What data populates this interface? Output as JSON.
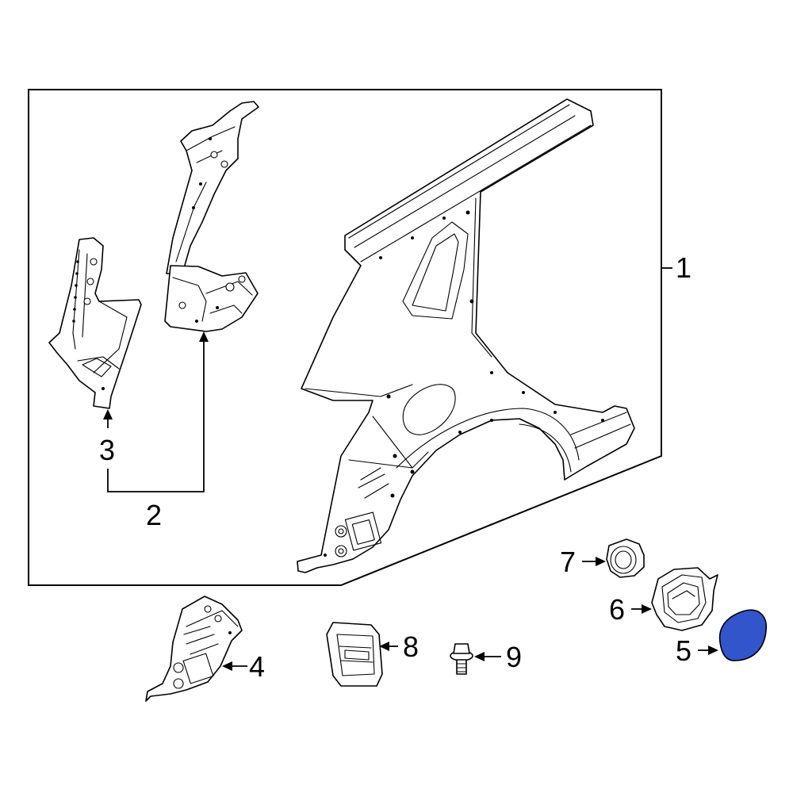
{
  "diagram": {
    "highlight_color": "#3355cc",
    "callouts": {
      "c1": "1",
      "c2": "2",
      "c3": "3",
      "c4": "4",
      "c5": "5",
      "c6": "6",
      "c7": "7",
      "c8": "8",
      "c9": "9"
    }
  }
}
